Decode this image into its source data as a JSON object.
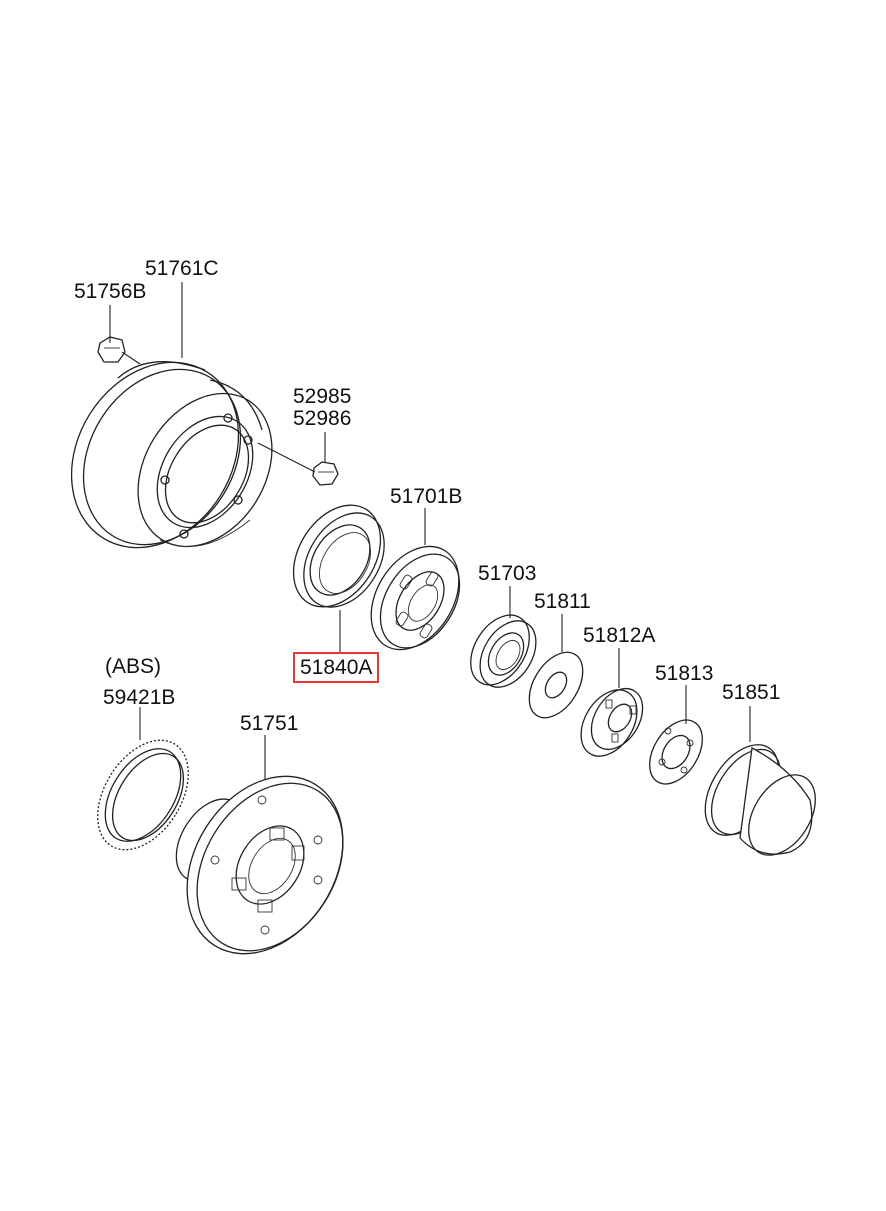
{
  "labels": {
    "p51761C": "51761C",
    "p51756B": "51756B",
    "p52985": "52985",
    "p52986": "52986",
    "p51701B": "51701B",
    "p51703": "51703",
    "p51811": "51811",
    "p51812A": "51812A",
    "p51813": "51813",
    "p51851": "51851",
    "p51840A": "51840A",
    "abs": "(ABS)",
    "p59421B": "59421B",
    "p51751": "51751"
  },
  "highlight": {
    "part": "51840A",
    "color": "#e53935"
  }
}
